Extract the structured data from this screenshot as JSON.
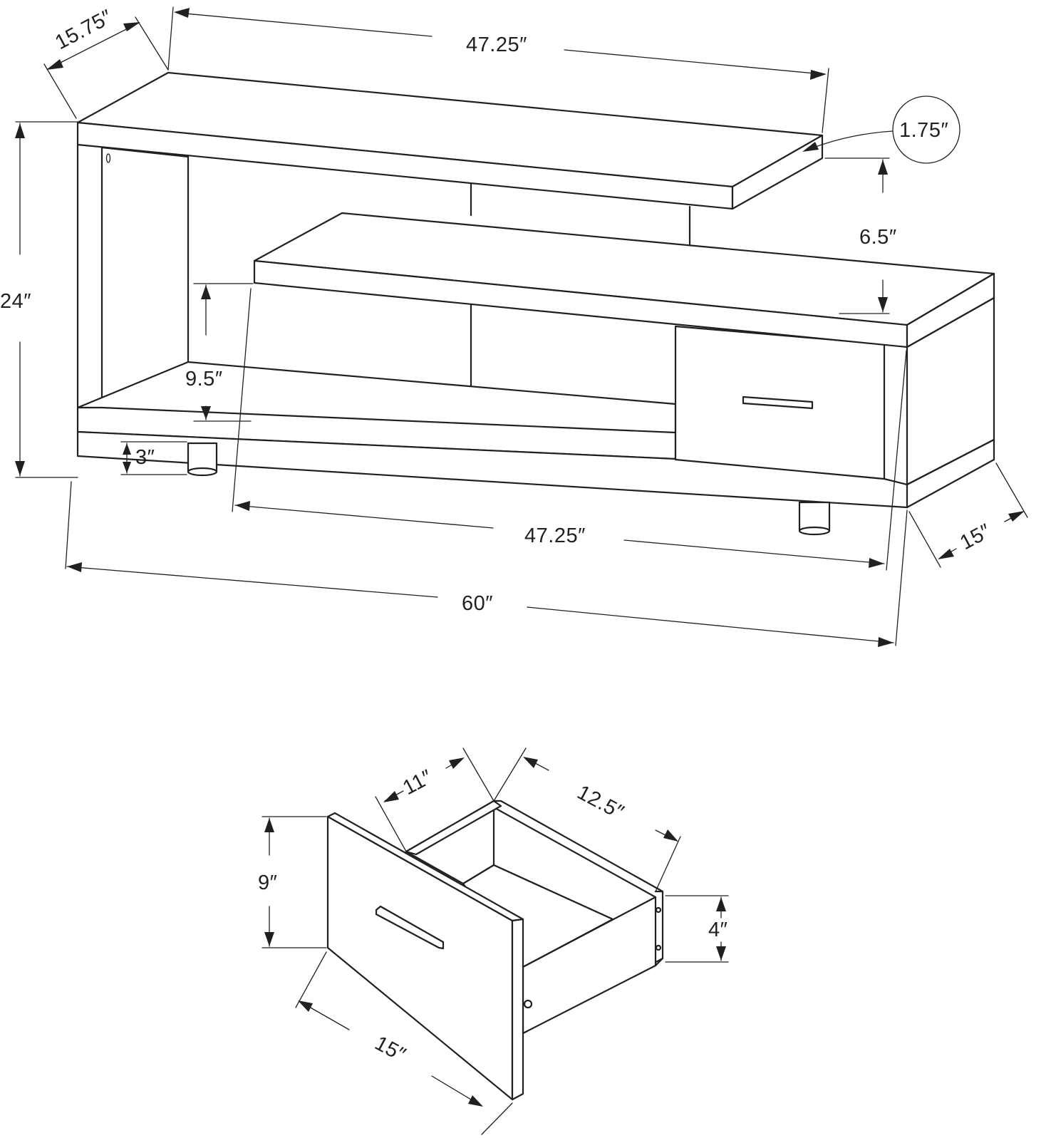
{
  "tv_stand": {
    "top_width": "47.25″",
    "top_depth": "15.75″",
    "top_thickness": "1.75″",
    "overall_height": "24″",
    "shelf_gap": "6.5″",
    "lower_opening": "9.5″",
    "leg_height": "3″",
    "lower_shelf_width": "47.25″",
    "overall_width": "60″",
    "overall_depth": "15″"
  },
  "drawer": {
    "inner_width": "11″",
    "inner_depth": "12.5″",
    "front_height": "9″",
    "box_height": "4″",
    "front_width": "15″"
  }
}
